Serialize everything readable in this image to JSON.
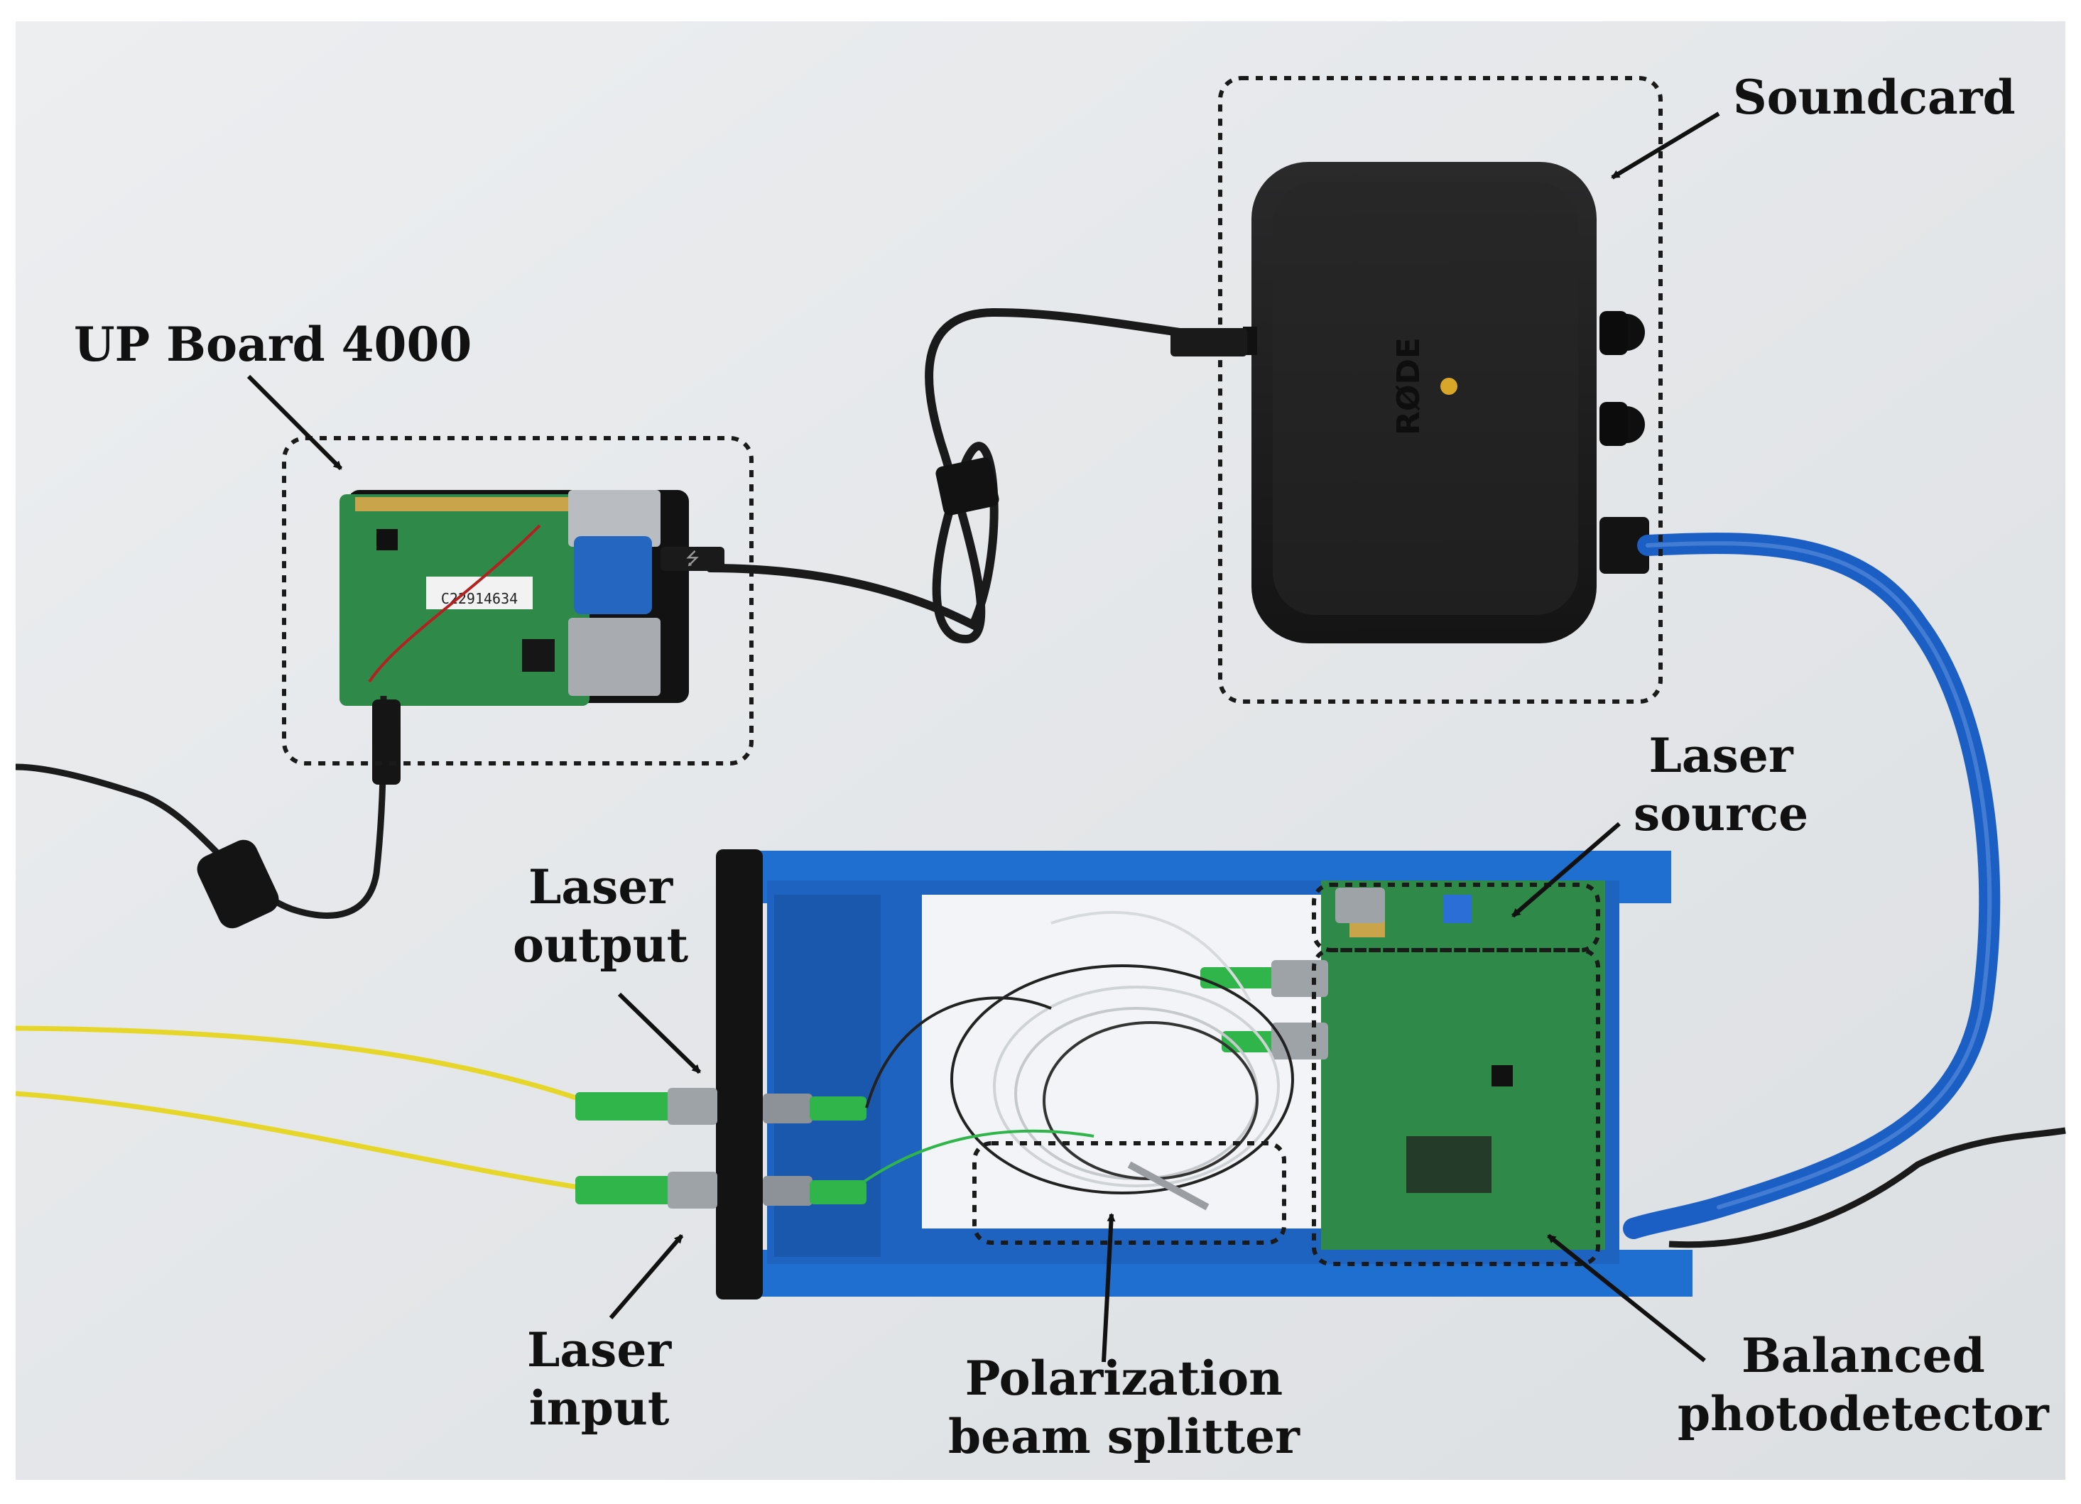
{
  "labels": {
    "soundcard": "Soundcard",
    "up_board": "UP Board 4000",
    "laser_source_l1": "Laser",
    "laser_source_l2": "source",
    "laser_output_l1": "Laser",
    "laser_output_l2": "output",
    "laser_input_l1": "Laser",
    "laser_input_l2": "input",
    "pbs_l1": "Polarization",
    "pbs_l2": "beam splitter",
    "bpd_l1": "Balanced",
    "bpd_l2": "photodetector"
  },
  "device_marks": {
    "rode_logo": "RØDE",
    "usb_symbol": "⭍",
    "barcode_text": "C22914634"
  },
  "colors": {
    "background": "#e4e6e8",
    "enclosure_blue": "#1f6fd1",
    "cable_blue": "#1c5fc4",
    "pcb_green": "#2f8a4a",
    "fiber_yellow": "#e7d62a",
    "connector_green": "#2fb54a",
    "soundcard_black": "#1e1e1f"
  }
}
